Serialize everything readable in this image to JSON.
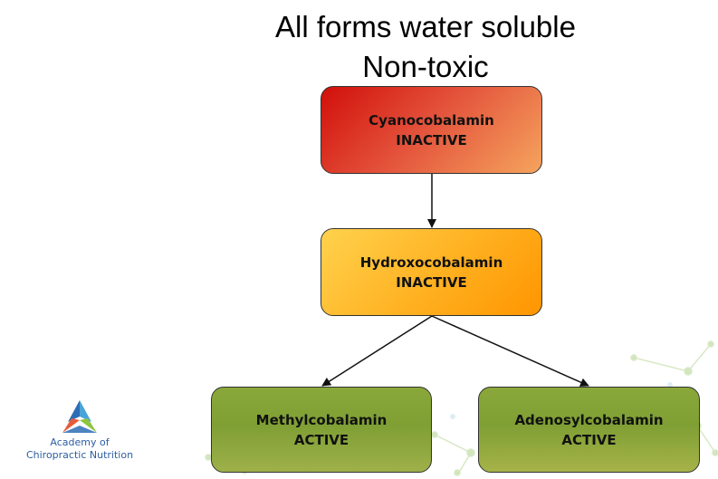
{
  "title": {
    "line1": "All forms water soluble",
    "line2": "Non-toxic"
  },
  "nodes": {
    "cyano": {
      "name": "Cyanocobalamin",
      "status": "INACTIVE",
      "color": "#d10f0a"
    },
    "hydroxo": {
      "name": "Hydroxocobalamin",
      "status": "INACTIVE",
      "color": "#ffb020"
    },
    "methyl": {
      "name": "Methylcobalamin",
      "status": "ACTIVE",
      "color": "#7f9f34"
    },
    "adenosyl": {
      "name": "Adenosylcobalamin",
      "status": "ACTIVE",
      "color": "#7f9f34"
    }
  },
  "logo": {
    "line1": "Academy of",
    "line2": "Chiropractic Nutrition",
    "colors": [
      "#2d6db5",
      "#4aa3d8",
      "#8cc63f",
      "#e65c3a"
    ]
  }
}
